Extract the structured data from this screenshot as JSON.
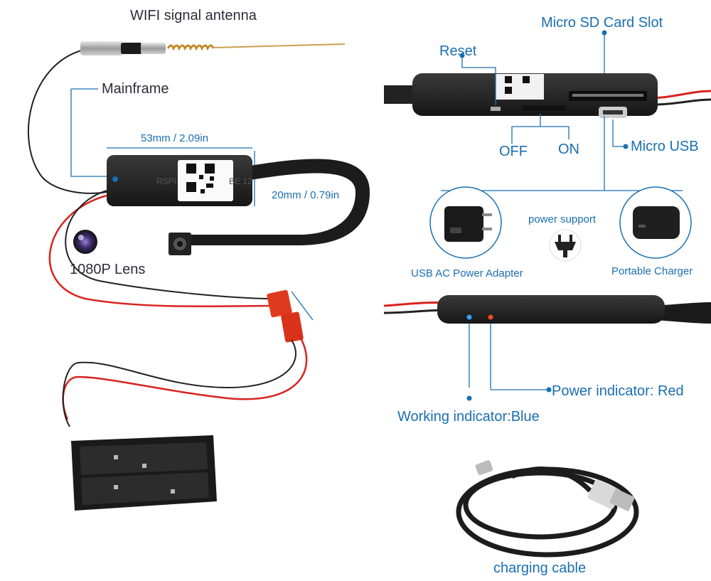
{
  "labels": {
    "antenna": "WIFI signal antenna",
    "mainframe": "Mainframe",
    "width_dim": "53mm / 2.09in",
    "height_dim": "20mm / 0.79in",
    "lens": "1080P Lens",
    "sd_slot": "Micro SD Card Slot",
    "reset": "Reset",
    "off": "OFF",
    "on": "ON",
    "micro_usb": "Micro USB",
    "power_support": "power support",
    "usb_adapter": "USB AC Power Adapter",
    "portable_charger": "Portable Charger",
    "power_indicator": "Power indicator: Red",
    "working_indicator": "Working indicator:Blue",
    "charging_cable": "charging cable",
    "module_brand": "RSPI",
    "module_suffix": "BE 12"
  },
  "colors": {
    "accent": "#1a6fb0",
    "wire_red": "#d8231f",
    "wire_black": "#222222",
    "module": "#2a2a2a",
    "led_blue": "#3aa0ff",
    "led_red": "#ff4a1a"
  },
  "icons": [
    "antenna-icon",
    "camera-lens-icon",
    "qr-code-icon",
    "plug-icon",
    "usb-adapter-icon",
    "power-bank-icon",
    "battery-holder-icon",
    "usb-cable-icon"
  ]
}
